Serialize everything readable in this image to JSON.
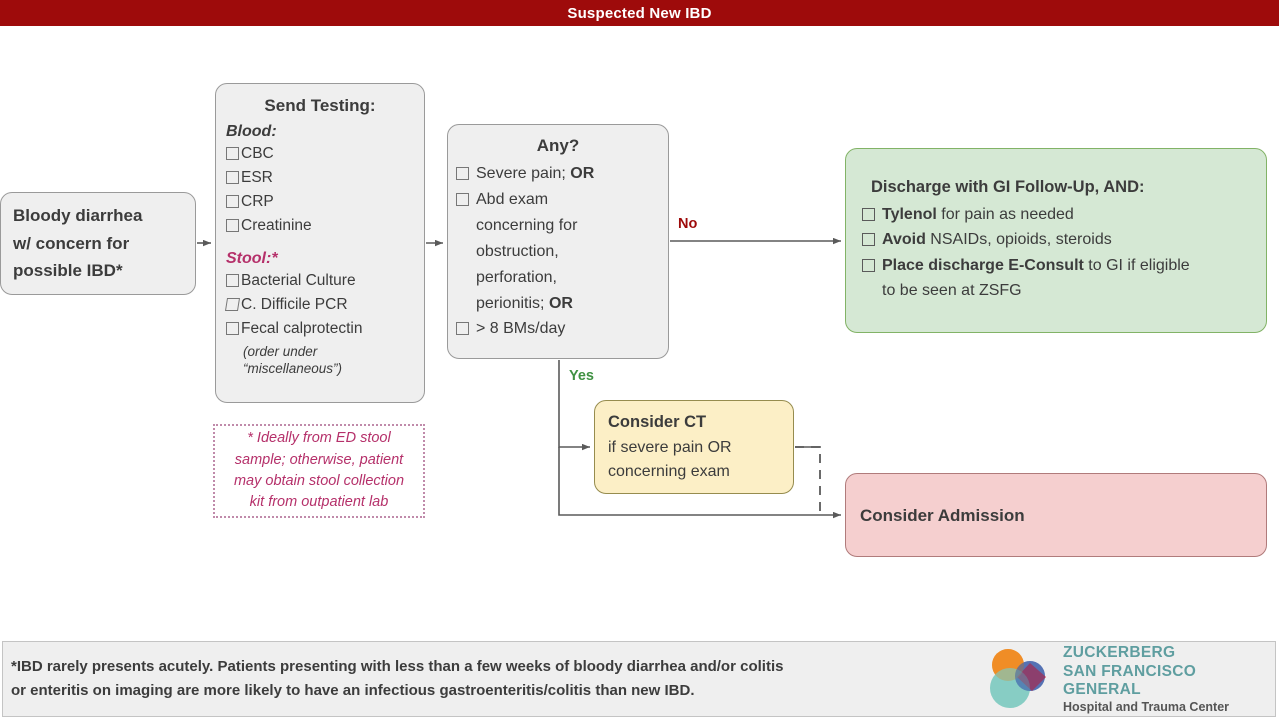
{
  "header": {
    "title": "Suspected New IBD",
    "background_color": "#9e0b0b",
    "text_color": "#ffffff"
  },
  "nodes": {
    "start": {
      "name": "Bloody diarrhea w/ concern for possible IBD*",
      "line1": "Bloody diarrhea",
      "line2": "w/ concern for",
      "line3": "possible IBD*",
      "fill": "#efefef"
    },
    "testing": {
      "title": "Send Testing:",
      "blood_label": "Blood:",
      "blood_items": [
        "CBC",
        "ESR",
        "CRP",
        "Creatinine"
      ],
      "stool_label": "Stool:*",
      "stool_label_color": "#b5306a",
      "stool_items": [
        "Bacterial Culture",
        "C. Difficile PCR",
        "Fecal calprotectin"
      ],
      "note_line1": "(order under",
      "note_line2": "“miscellaneous”)",
      "fill": "#efefef"
    },
    "footnote": {
      "line1": "* Ideally from ED stool",
      "line2": "sample; otherwise, patient",
      "line3": "may obtain stool collection",
      "line4": "kit from outpatient lab",
      "color": "#b5306a",
      "border_style": "dotted"
    },
    "any": {
      "title": "Any?",
      "item1_a": "Severe pain;",
      "item1_b": "OR",
      "item2_l1": "Abd exam",
      "item2_l2": "concerning for",
      "item2_l3": "obstruction,",
      "item2_l4": "perforation,",
      "item2_l5_a": "perionitis;",
      "item2_l5_b": "OR",
      "item3": "> 8 BMs/day",
      "fill": "#efefef"
    },
    "discharge": {
      "title": "Discharge with GI Follow-Up, AND:",
      "item1_b": "Tylenol",
      "item1_t": " for pain as needed",
      "item2_b": "Avoid",
      "item2_t": " NSAIDs, opioids, steroids",
      "item3_b": "Place discharge E-Consult",
      "item3_t": " to GI if eligible",
      "item3_cont": "to be seen at ZSFG",
      "fill": "#d5e8d4"
    },
    "consider_ct": {
      "title": "Consider CT",
      "line2": "if severe pain OR",
      "line3": "concerning exam",
      "fill": "#fcefc6"
    },
    "consider_admission": {
      "title": "Consider Admission",
      "fill": "#f5cfcf"
    }
  },
  "edges": {
    "no_label": "No",
    "no_label_color": "#9e0b0b",
    "yes_label": "Yes",
    "yes_label_color": "#3f9142"
  },
  "footer": {
    "line1": "*IBD rarely presents acutely. Patients presenting with less than a few weeks of bloody diarrhea and/or colitis",
    "line2": "or enteritis on imaging are more likely to have an infectious gastroenteritis/colitis than new IBD.",
    "logo": {
      "line1": "ZUCKERBERG",
      "line2": "SAN FRANCISCO GENERAL",
      "line3": "Hospital and Trauma Center",
      "color": "#5f9ea0"
    }
  }
}
